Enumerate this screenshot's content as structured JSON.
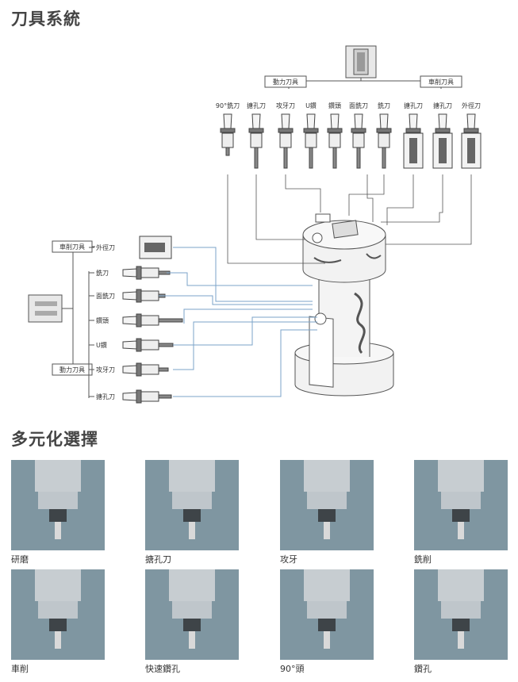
{
  "section1_title": "刀具系統",
  "section2_title": "多元化選擇",
  "diagram": {
    "top_groups": {
      "power": "動力刀具",
      "lathe": "車削刀具"
    },
    "top_tools": [
      "90°銑刀",
      "搪孔刀",
      "攻牙刀",
      "U鑽",
      "鑽頭",
      "面銑刀",
      "銑刀",
      "搪孔刀",
      "搪孔刀",
      "外徑刀"
    ],
    "left_groups": {
      "lathe": "車削刀具",
      "power": "動力刀具"
    },
    "left_tools": [
      "外徑刀",
      "銑刀",
      "面銑刀",
      "鑽頭",
      "U鑽",
      "攻牙刀",
      "搪孔刀"
    ]
  },
  "gallery": [
    {
      "caption": "研磨",
      "icon": "grinding-wheel-icon"
    },
    {
      "caption": "搪孔刀",
      "icon": "boring-tool-icon"
    },
    {
      "caption": "攻牙",
      "icon": "tapping-tool-icon"
    },
    {
      "caption": "銑削",
      "icon": "milling-cutter-icon"
    },
    {
      "caption": "車削",
      "icon": "turning-tool-icon"
    },
    {
      "caption": "快速鑽孔",
      "icon": "u-drill-icon"
    },
    {
      "caption": "90°頭",
      "icon": "angle-head-icon"
    },
    {
      "caption": "鑽孔",
      "icon": "drill-bit-icon"
    }
  ],
  "colors": {
    "tile_bg": "#7f96a1",
    "connector_blue": "#7ba3c8",
    "connector_gray": "#555555"
  }
}
